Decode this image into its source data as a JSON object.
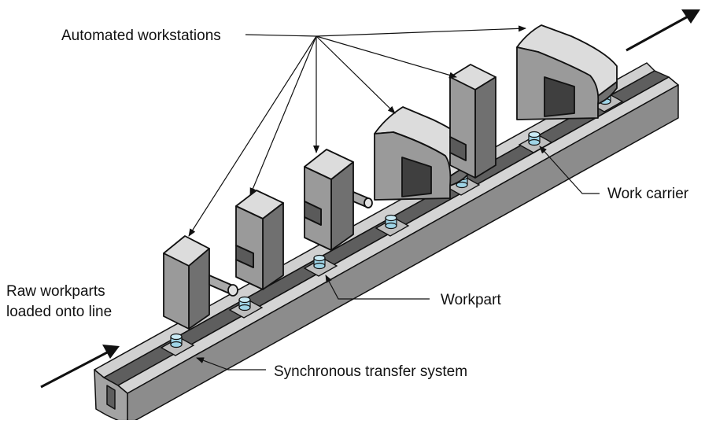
{
  "labels": {
    "automated_workstations": "Automated workstations",
    "raw_workparts_line1": "Raw workparts",
    "raw_workparts_line2": "loaded onto line",
    "work_carrier": "Work carrier",
    "workpart": "Workpart",
    "synchronous_transfer_system": "Synchronous transfer system"
  },
  "colors": {
    "station_front": "#9a9a9a",
    "station_top": "#d9d9d9",
    "station_side": "#6f6f6f",
    "rail_top": "#cfcfcf",
    "rail_side": "#8a8a8a",
    "channel": "#5f5f5f",
    "carrier": "#bdbdbd",
    "workpart": "#9fd4e6",
    "outline": "#111111"
  }
}
